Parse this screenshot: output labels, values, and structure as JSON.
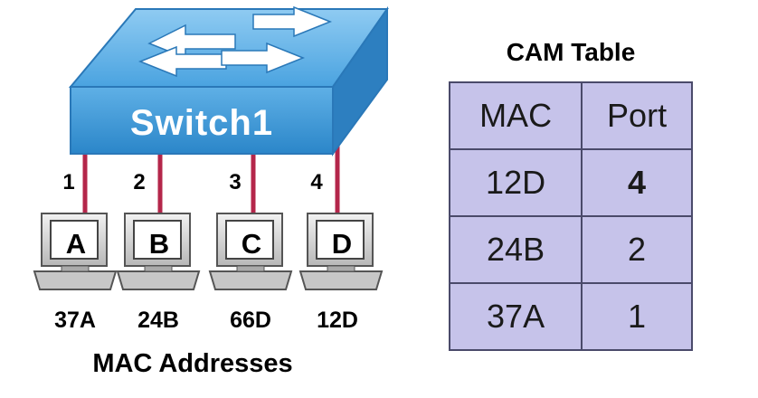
{
  "switch": {
    "label": "Switch1"
  },
  "ports": [
    "1",
    "2",
    "3",
    "4"
  ],
  "hosts": [
    {
      "letter": "A",
      "mac": "37A"
    },
    {
      "letter": "B",
      "mac": "24B"
    },
    {
      "letter": "C",
      "mac": "66D"
    },
    {
      "letter": "D",
      "mac": "12D"
    }
  ],
  "mac_caption": "MAC Addresses",
  "cam": {
    "title": "CAM Table",
    "headers": [
      "MAC",
      "Port"
    ],
    "rows": [
      [
        "12D",
        "4"
      ],
      [
        "24B",
        "2"
      ],
      [
        "37A",
        "1"
      ]
    ]
  },
  "colors": {
    "switch_top": "#6cb7ea",
    "switch_front": "#3d9ad8",
    "cable": "#b4264a",
    "table_fill": "#c6c3ea"
  },
  "icons": [
    "switch-icon",
    "computer-icon",
    "arrow-icon"
  ]
}
